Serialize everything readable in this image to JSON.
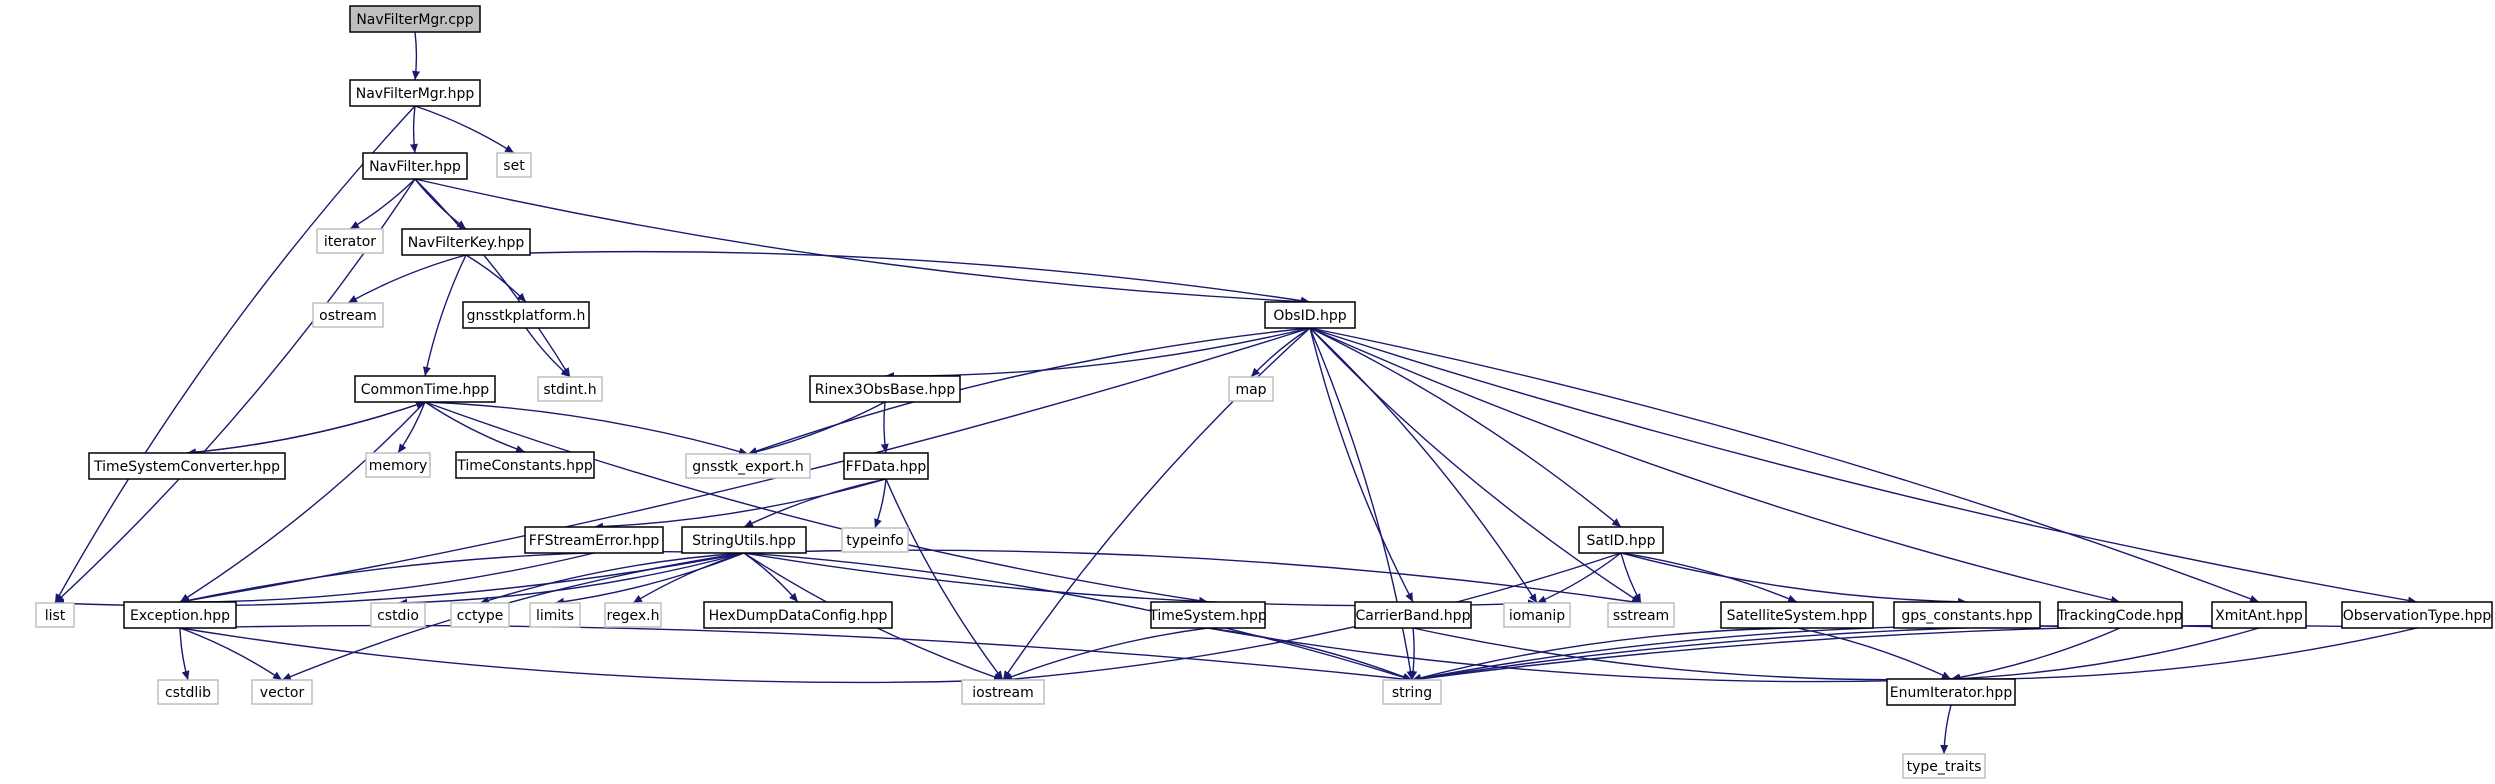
{
  "colors": {
    "edge": "#191970",
    "system_border": "#bfbfbf",
    "root_fill": "#bfbfbf"
  },
  "nodes": [
    {
      "id": "navfiltermgr_cpp",
      "label": "NavFilterMgr.cpp",
      "kind": "root"
    },
    {
      "id": "navfiltermgr_hpp",
      "label": "NavFilterMgr.hpp",
      "kind": "local"
    },
    {
      "id": "set",
      "label": "set",
      "kind": "system"
    },
    {
      "id": "navfilter_hpp",
      "label": "NavFilter.hpp",
      "kind": "local"
    },
    {
      "id": "iterator",
      "label": "iterator",
      "kind": "system"
    },
    {
      "id": "navfilterkey_hpp",
      "label": "NavFilterKey.hpp",
      "kind": "local"
    },
    {
      "id": "ostream",
      "label": "ostream",
      "kind": "system"
    },
    {
      "id": "gnsstkplatform_h",
      "label": "gnsstkplatform.h",
      "kind": "local"
    },
    {
      "id": "stdint_h",
      "label": "stdint.h",
      "kind": "system"
    },
    {
      "id": "commontime_hpp",
      "label": "CommonTime.hpp",
      "kind": "local"
    },
    {
      "id": "timesystemconverter_hpp",
      "label": "TimeSystemConverter.hpp",
      "kind": "local"
    },
    {
      "id": "memory",
      "label": "memory",
      "kind": "system"
    },
    {
      "id": "timeconstants_hpp",
      "label": "TimeConstants.hpp",
      "kind": "local"
    },
    {
      "id": "gnsstk_export_h",
      "label": "gnsstk_export.h",
      "kind": "system"
    },
    {
      "id": "obsid_hpp",
      "label": "ObsID.hpp",
      "kind": "local"
    },
    {
      "id": "map",
      "label": "map",
      "kind": "system"
    },
    {
      "id": "rinex3obsbase_hpp",
      "label": "Rinex3ObsBase.hpp",
      "kind": "local"
    },
    {
      "id": "ffdata_hpp",
      "label": "FFData.hpp",
      "kind": "local"
    },
    {
      "id": "typeinfo",
      "label": "typeinfo",
      "kind": "system"
    },
    {
      "id": "ffstreamerror_hpp",
      "label": "FFStreamError.hpp",
      "kind": "local"
    },
    {
      "id": "stringutils_hpp",
      "label": "StringUtils.hpp",
      "kind": "local"
    },
    {
      "id": "list",
      "label": "list",
      "kind": "system"
    },
    {
      "id": "exception_hpp",
      "label": "Exception.hpp",
      "kind": "local"
    },
    {
      "id": "cstdio",
      "label": "cstdio",
      "kind": "system"
    },
    {
      "id": "cctype",
      "label": "cctype",
      "kind": "system"
    },
    {
      "id": "limits",
      "label": "limits",
      "kind": "system"
    },
    {
      "id": "regex_h",
      "label": "regex.h",
      "kind": "system"
    },
    {
      "id": "hexdumpdataconfig_hpp",
      "label": "HexDumpDataConfig.hpp",
      "kind": "local"
    },
    {
      "id": "timesystem_hpp",
      "label": "TimeSystem.hpp",
      "kind": "local"
    },
    {
      "id": "carrierband_hpp",
      "label": "CarrierBand.hpp",
      "kind": "local"
    },
    {
      "id": "iomanip",
      "label": "iomanip",
      "kind": "system"
    },
    {
      "id": "sstream",
      "label": "sstream",
      "kind": "system"
    },
    {
      "id": "satid_hpp",
      "label": "SatID.hpp",
      "kind": "local"
    },
    {
      "id": "satellitesystem_hpp",
      "label": "SatelliteSystem.hpp",
      "kind": "local"
    },
    {
      "id": "gps_constants_hpp",
      "label": "gps_constants.hpp",
      "kind": "local"
    },
    {
      "id": "trackingcode_hpp",
      "label": "TrackingCode.hpp",
      "kind": "local"
    },
    {
      "id": "xmitant_hpp",
      "label": "XmitAnt.hpp",
      "kind": "local"
    },
    {
      "id": "observationtype_hpp",
      "label": "ObservationType.hpp",
      "kind": "local"
    },
    {
      "id": "cstdlib",
      "label": "cstdlib",
      "kind": "system"
    },
    {
      "id": "vector",
      "label": "vector",
      "kind": "system"
    },
    {
      "id": "iostream",
      "label": "iostream",
      "kind": "system"
    },
    {
      "id": "string",
      "label": "string",
      "kind": "system"
    },
    {
      "id": "enumiterator_hpp",
      "label": "EnumIterator.hpp",
      "kind": "local"
    },
    {
      "id": "type_traits",
      "label": "type_traits",
      "kind": "system"
    }
  ],
  "edges": [
    [
      "navfiltermgr_cpp",
      "navfiltermgr_hpp"
    ],
    [
      "navfiltermgr_hpp",
      "navfilter_hpp"
    ],
    [
      "navfiltermgr_hpp",
      "set"
    ],
    [
      "navfiltermgr_hpp",
      "list"
    ],
    [
      "navfilter_hpp",
      "iterator"
    ],
    [
      "navfilter_hpp",
      "navfilterkey_hpp"
    ],
    [
      "navfilter_hpp",
      "stdint_h"
    ],
    [
      "navfilter_hpp",
      "obsid_hpp"
    ],
    [
      "navfilter_hpp",
      "list"
    ],
    [
      "navfilterkey_hpp",
      "ostream"
    ],
    [
      "navfilterkey_hpp",
      "gnsstkplatform_h"
    ],
    [
      "navfilterkey_hpp",
      "commontime_hpp"
    ],
    [
      "navfilterkey_hpp",
      "obsid_hpp"
    ],
    [
      "gnsstkplatform_h",
      "stdint_h"
    ],
    [
      "commontime_hpp",
      "timesystemconverter_hpp"
    ],
    [
      "timesystemconverter_hpp",
      "commontime_hpp"
    ],
    [
      "commontime_hpp",
      "memory"
    ],
    [
      "commontime_hpp",
      "timeconstants_hpp"
    ],
    [
      "commontime_hpp",
      "gnsstk_export_h"
    ],
    [
      "commontime_hpp",
      "timesystem_hpp"
    ],
    [
      "commontime_hpp",
      "exception_hpp"
    ],
    [
      "obsid_hpp",
      "gnsstk_export_h"
    ],
    [
      "obsid_hpp",
      "rinex3obsbase_hpp"
    ],
    [
      "obsid_hpp",
      "map"
    ],
    [
      "obsid_hpp",
      "exception_hpp"
    ],
    [
      "obsid_hpp",
      "iostream"
    ],
    [
      "obsid_hpp",
      "string"
    ],
    [
      "obsid_hpp",
      "carrierband_hpp"
    ],
    [
      "obsid_hpp",
      "iomanip"
    ],
    [
      "obsid_hpp",
      "sstream"
    ],
    [
      "obsid_hpp",
      "satid_hpp"
    ],
    [
      "obsid_hpp",
      "trackingcode_hpp"
    ],
    [
      "obsid_hpp",
      "xmitant_hpp"
    ],
    [
      "obsid_hpp",
      "observationtype_hpp"
    ],
    [
      "rinex3obsbase_hpp",
      "gnsstk_export_h"
    ],
    [
      "rinex3obsbase_hpp",
      "ffdata_hpp"
    ],
    [
      "ffdata_hpp",
      "ffstreamerror_hpp"
    ],
    [
      "ffdata_hpp",
      "stringutils_hpp"
    ],
    [
      "ffdata_hpp",
      "typeinfo"
    ],
    [
      "ffdata_hpp",
      "iostream"
    ],
    [
      "ffstreamerror_hpp",
      "exception_hpp"
    ],
    [
      "stringutils_hpp",
      "exception_hpp"
    ],
    [
      "stringutils_hpp",
      "list"
    ],
    [
      "stringutils_hpp",
      "vector"
    ],
    [
      "stringutils_hpp",
      "cstdio"
    ],
    [
      "stringutils_hpp",
      "cctype"
    ],
    [
      "stringutils_hpp",
      "limits"
    ],
    [
      "stringutils_hpp",
      "regex_h"
    ],
    [
      "stringutils_hpp",
      "hexdumpdataconfig_hpp"
    ],
    [
      "stringutils_hpp",
      "iostream"
    ],
    [
      "stringutils_hpp",
      "string"
    ],
    [
      "stringutils_hpp",
      "iomanip"
    ],
    [
      "stringutils_hpp",
      "sstream"
    ],
    [
      "exception_hpp",
      "cstdlib"
    ],
    [
      "exception_hpp",
      "vector"
    ],
    [
      "exception_hpp",
      "iostream"
    ],
    [
      "exception_hpp",
      "string"
    ],
    [
      "timesystem_hpp",
      "iostream"
    ],
    [
      "timesystem_hpp",
      "string"
    ],
    [
      "timesystem_hpp",
      "enumiterator_hpp"
    ],
    [
      "carrierband_hpp",
      "string"
    ],
    [
      "carrierband_hpp",
      "enumiterator_hpp"
    ],
    [
      "satid_hpp",
      "iomanip"
    ],
    [
      "satid_hpp",
      "sstream"
    ],
    [
      "satid_hpp",
      "satellitesystem_hpp"
    ],
    [
      "satid_hpp",
      "gps_constants_hpp"
    ],
    [
      "satid_hpp",
      "iostream"
    ],
    [
      "satellitesystem_hpp",
      "string"
    ],
    [
      "satellitesystem_hpp",
      "enumiterator_hpp"
    ],
    [
      "trackingcode_hpp",
      "string"
    ],
    [
      "trackingcode_hpp",
      "enumiterator_hpp"
    ],
    [
      "xmitant_hpp",
      "string"
    ],
    [
      "xmitant_hpp",
      "enumiterator_hpp"
    ],
    [
      "observationtype_hpp",
      "string"
    ],
    [
      "observationtype_hpp",
      "enumiterator_hpp"
    ],
    [
      "enumiterator_hpp",
      "type_traits"
    ]
  ]
}
